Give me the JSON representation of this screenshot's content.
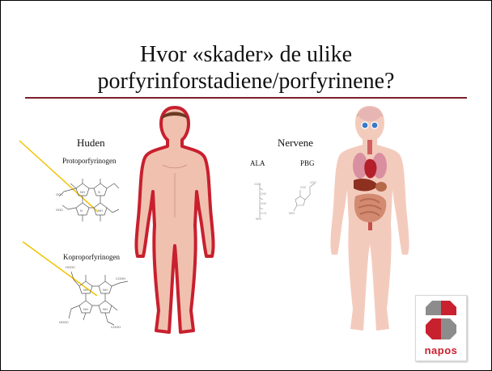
{
  "slide": {
    "title_line1": "Hvor «skader» de ulike",
    "title_line2": "porfyrinforstadiene/porfyrinene?"
  },
  "left": {
    "header": "Huden",
    "molecule1": "Protoporfyrinogen",
    "molecule2": "Koproporfyrinogen"
  },
  "right": {
    "header": "Nervene",
    "ala": "ALA",
    "pbg": "PBG"
  },
  "logo": {
    "text": "napos",
    "colors": {
      "red": "#c8202e",
      "gray": "#8c8c8c"
    }
  },
  "accent_color": "#7b1f2a"
}
